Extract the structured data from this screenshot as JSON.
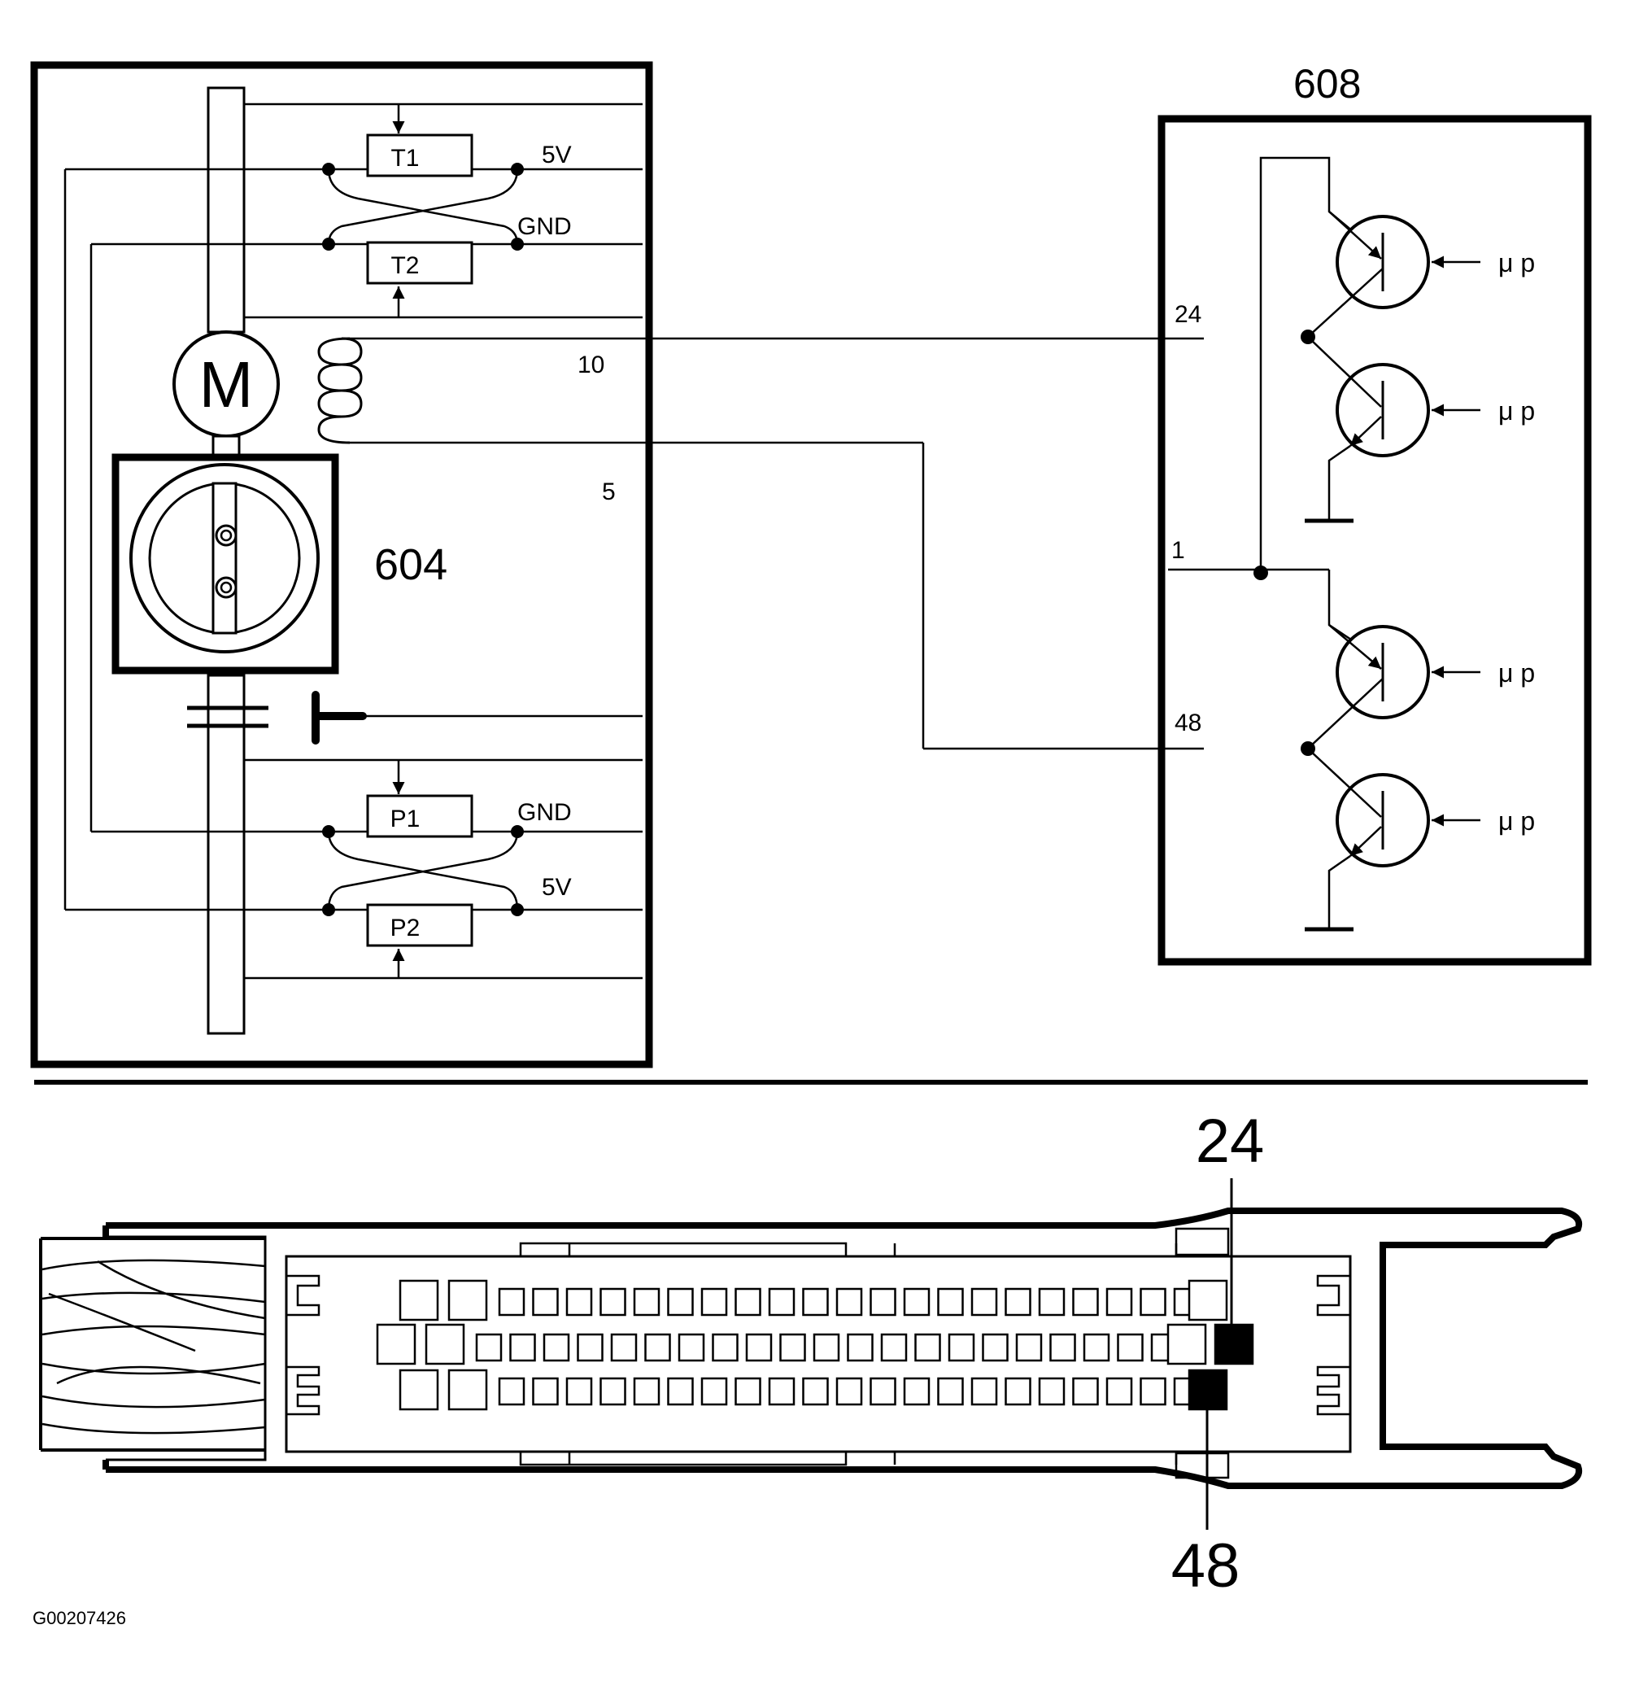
{
  "component_604": {
    "label": "604",
    "motor_label": "M",
    "sensors": [
      "T1",
      "T2",
      "P1",
      "P2"
    ],
    "supply_labels": {
      "t_upper": "5V",
      "t_lower": "GND",
      "p_upper": "GND",
      "p_lower": "5V"
    },
    "wire_labels": {
      "coil_top": "10",
      "coil_bottom": "5"
    }
  },
  "component_608": {
    "label": "608",
    "pins": [
      "24",
      "1",
      "48"
    ],
    "mu_label": "μ p"
  },
  "connector": {
    "top_pin": "24",
    "bottom_pin": "48"
  },
  "figure_id": "G00207426"
}
